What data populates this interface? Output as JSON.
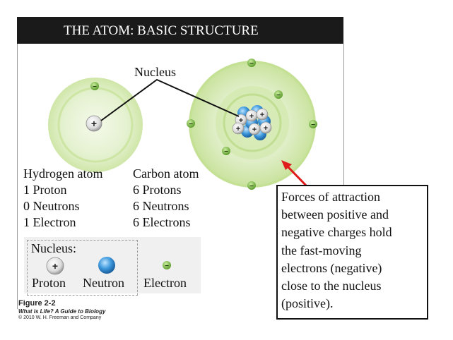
{
  "title": "THE ATOM: BASIC STRUCTURE",
  "nucleus_label": "Nucleus",
  "hydrogen": {
    "lines": [
      "Hydrogen atom",
      "1 Proton",
      "0 Neutrons",
      "1 Electron"
    ]
  },
  "carbon": {
    "lines": [
      "Carbon atom",
      "6 Protons",
      "6 Neutrons",
      "6 Electrons"
    ]
  },
  "key": {
    "title": "Nucleus:",
    "proton": "Proton",
    "neutron": "Neutron",
    "electron": "Electron"
  },
  "symbols": {
    "plus": "+",
    "minus": "−"
  },
  "figure": {
    "number": "Figure 2-2",
    "subtitle": "What is Life? A Guide to Biology",
    "copyright": "© 2010 W. H. Freeman and Company"
  },
  "callout": {
    "lines": [
      "Forces of attraction",
      "between positive and",
      "negative charges hold",
      "the fast-moving",
      "electrons (negative)",
      "close to the nucleus",
      "(positive)."
    ]
  },
  "colors": {
    "title_bar": "#1a1a1a",
    "cloud": "#d7ecb4",
    "orbit_ring": "#c2df8e",
    "electron": "#6fae3a",
    "neutron": "#3a93d6",
    "arrow": "#e01b1b"
  }
}
